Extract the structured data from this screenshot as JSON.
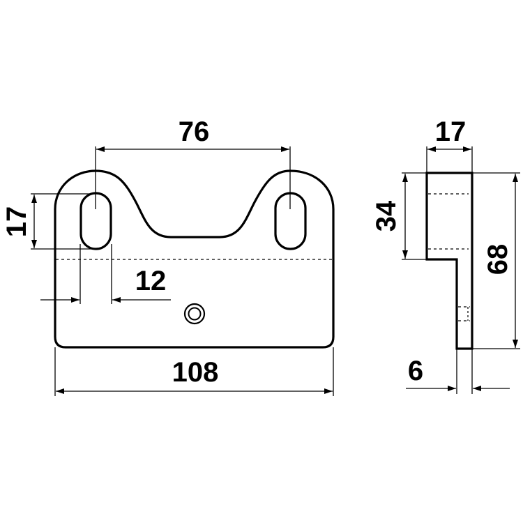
{
  "front_view": {
    "width_label": "108",
    "slot_spacing_label": "76",
    "slot_length_label": "17",
    "slot_offset_label": "12"
  },
  "side_view": {
    "top_thickness_label": "17",
    "top_height_label": "34",
    "total_height_label": "68",
    "plate_thickness_label": "6"
  }
}
